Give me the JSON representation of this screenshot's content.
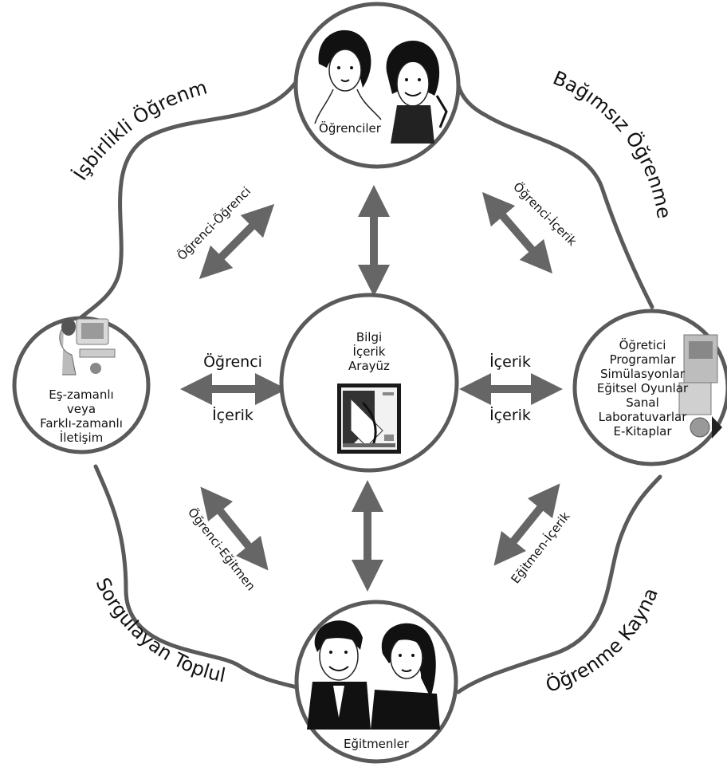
{
  "diagram": {
    "colors": {
      "stroke": "#5a5a5a",
      "arrow": "#666666",
      "text": "#111111",
      "background": "#ffffff"
    },
    "nodes": {
      "top": {
        "label": "Öğrenciler",
        "image": "students-illustration"
      },
      "left": {
        "lines": [
          "Eş-zamanlı",
          "veya",
          "Farklı-zamanlı",
          "İletişim"
        ],
        "image": "computer-user-illustration"
      },
      "center": {
        "lines": [
          "Bilgi",
          "İçerik",
          "Arayüz"
        ],
        "image": "interface-screen-illustration"
      },
      "right": {
        "lines": [
          "Öğretici",
          "Programlar",
          "Simülasyonlar",
          "Eğitsel Oyunlar",
          "Sanal",
          "Laboratuvarlar",
          "E-Kitaplar"
        ],
        "image": "multimedia-illustration"
      },
      "bottom": {
        "label": "Eğitmenler",
        "image": "teachers-illustration"
      }
    },
    "corner_labels": {
      "top_left": "İşbirlikli Öğrenme",
      "top_right": "Bağımsız Öğrenme",
      "bottom_left": "Sorgulayan Topluluk",
      "bottom_right": "Öğrenme Kaynakları"
    },
    "arrow_labels": {
      "student_student": "Öğrenci-Öğrenci",
      "student_content": "Öğrenci-İçerik",
      "student_teacher": "Öğrenci-Eğitmen",
      "teacher_content": "Eğitmen-İçerik",
      "left_top": "Öğrenci",
      "left_bottom": "İçerik",
      "right_top": "İçerik",
      "right_bottom": "İçerik"
    }
  }
}
